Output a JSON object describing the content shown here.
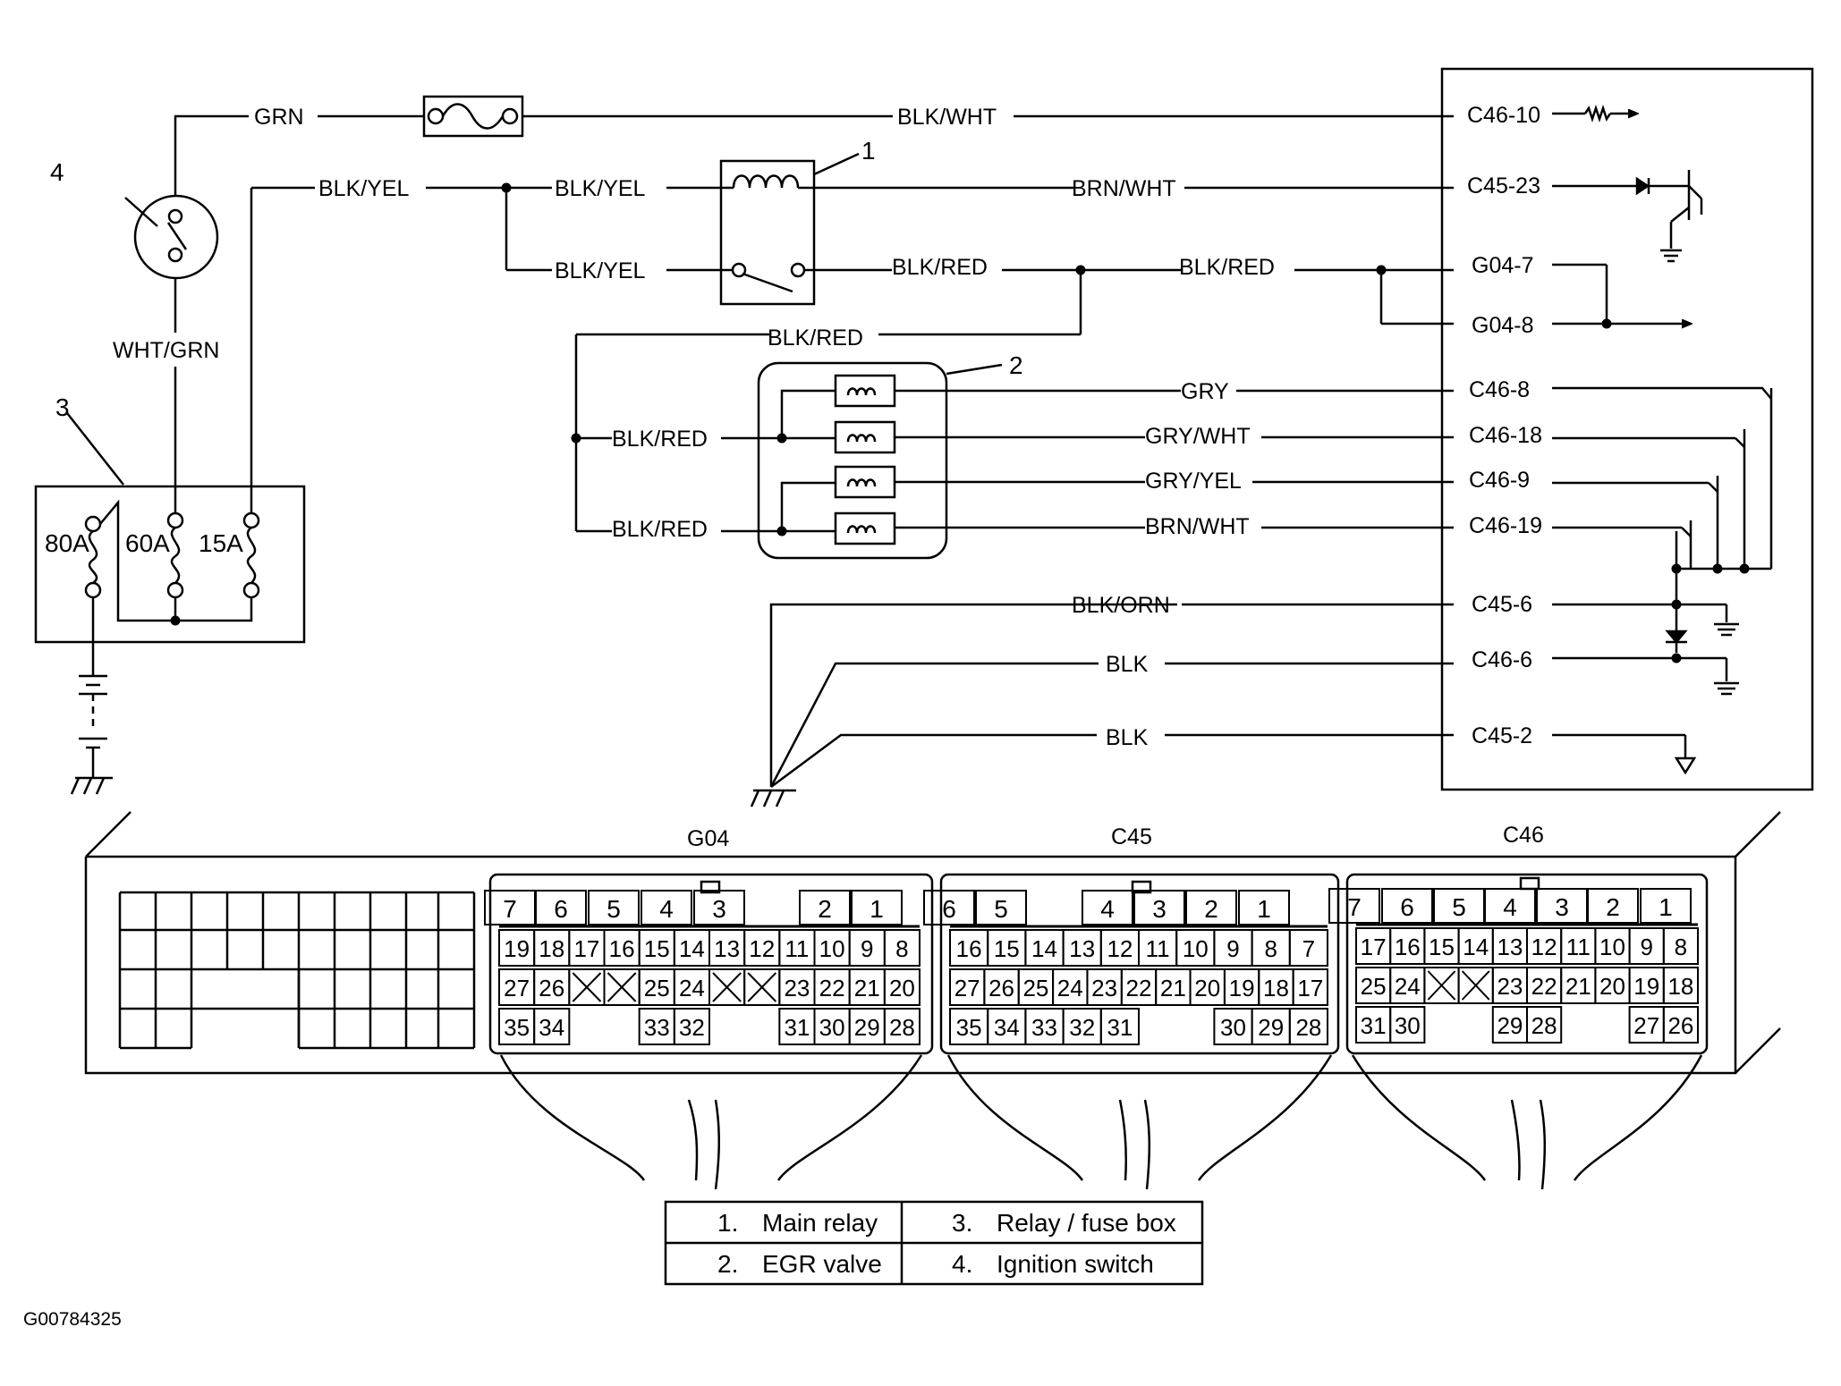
{
  "footer_id": "G00784325",
  "components": {
    "n1": "1",
    "n2": "2",
    "n3": "3",
    "n4": "4",
    "fuse_80": "80A",
    "fuse_60": "60A",
    "fuse_15": "15A"
  },
  "wires": {
    "grn": "GRN",
    "wht_grn": "WHT/GRN",
    "blk_yel": "BLK/YEL",
    "blk_wht": "BLK/WHT",
    "brn_wht": "BRN/WHT",
    "blk_red": "BLK/RED",
    "gry": "GRY",
    "gry_wht": "GRY/WHT",
    "gry_yel": "GRY/YEL",
    "blk_orn": "BLK/ORN",
    "blk": "BLK"
  },
  "pins": {
    "c46_10": "C46-10",
    "c45_23": "C45-23",
    "g04_7": "G04-7",
    "g04_8": "G04-8",
    "c46_8": "C46-8",
    "c46_18": "C46-18",
    "c46_9": "C46-9",
    "c46_19": "C46-19",
    "c45_6": "C45-6",
    "c46_6": "C46-6",
    "c45_2": "C45-2"
  },
  "connectors": {
    "g04": {
      "name": "G04",
      "row1": [
        [
          "7",
          570
        ],
        [
          "6",
          627
        ],
        [
          "5",
          686
        ],
        [
          "4",
          745
        ],
        [
          "3",
          804
        ],
        [
          "",
          866
        ],
        [
          "2",
          922
        ],
        [
          "1",
          980
        ]
      ],
      "row2": [
        "19",
        "18",
        "17",
        "16",
        "15",
        "14",
        "13",
        "12",
        "11",
        "10",
        "9",
        "8"
      ],
      "row3": [
        "27",
        "26",
        "X",
        "X",
        "25",
        "24",
        "X",
        "X",
        "23",
        "22",
        "21",
        "20"
      ],
      "row4": [
        "35",
        "34",
        "",
        "",
        "33",
        "32",
        "",
        "",
        "31",
        "30",
        "29",
        "28"
      ]
    },
    "c45": {
      "name": "C45",
      "row1": [
        [
          "6",
          1061
        ],
        [
          "5",
          1119
        ],
        [
          "",
          1179
        ],
        [
          "4",
          1238
        ],
        [
          "3",
          1296
        ],
        [
          "2",
          1354
        ],
        [
          "1",
          1413
        ]
      ],
      "row2": [
        "16",
        "15",
        "14",
        "13",
        "12",
        "11",
        "10",
        "9",
        "8",
        "7"
      ],
      "row3": [
        "27",
        "26",
        "25",
        "24",
        "23",
        "22",
        "21",
        "20",
        "19",
        "18",
        "17"
      ],
      "row4": [
        "35",
        "34",
        "33",
        "32",
        "31",
        "",
        "",
        "30",
        "29",
        "28"
      ]
    },
    "c46": {
      "name": "C46",
      "row1": [
        [
          "7",
          1514
        ],
        [
          "6",
          1573
        ],
        [
          "5",
          1631
        ],
        [
          "4",
          1688
        ],
        [
          "3",
          1746
        ],
        [
          "2",
          1803
        ],
        [
          "1",
          1862
        ]
      ],
      "row2": [
        "17",
        "16",
        "15",
        "14",
        "13",
        "12",
        "11",
        "10",
        "9",
        "8"
      ],
      "row3": [
        "25",
        "24",
        "X",
        "X",
        "23",
        "22",
        "21",
        "20",
        "19",
        "18"
      ],
      "row4": [
        "31",
        "30",
        "",
        "",
        "29",
        "28",
        "",
        "",
        "27",
        "26"
      ]
    }
  },
  "legend": [
    {
      "num": "1.",
      "label": "Main relay"
    },
    {
      "num": "3.",
      "label": "Relay / fuse box"
    },
    {
      "num": "2.",
      "label": "EGR valve"
    },
    {
      "num": "4.",
      "label": "Ignition switch"
    }
  ]
}
